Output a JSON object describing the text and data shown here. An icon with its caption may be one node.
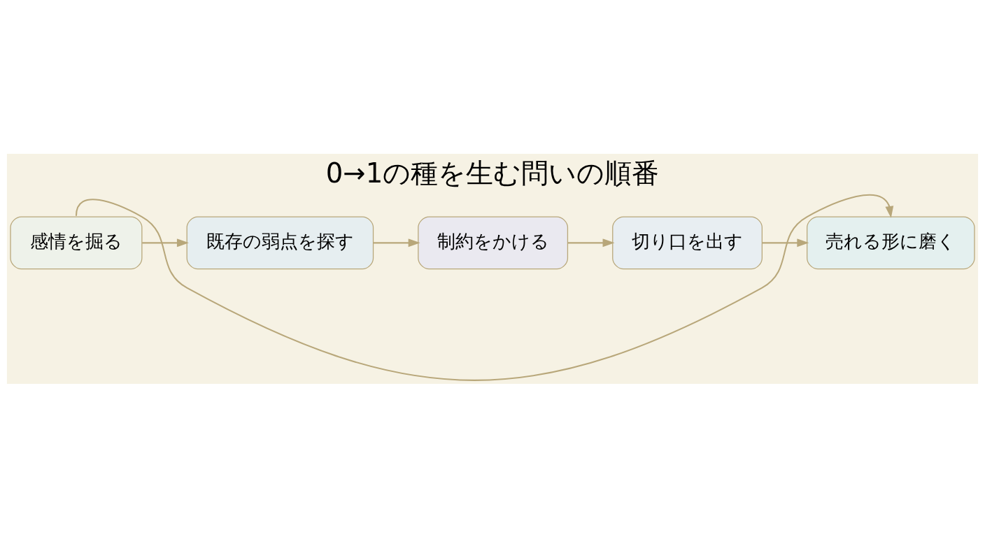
{
  "diagram": {
    "title": "0→1の種を生む問いの順番",
    "nodes": [
      {
        "text": [
          "感情を掘る"
        ]
      },
      {
        "text": [
          "既存の弱点を探す"
        ]
      },
      {
        "text": [
          "制約をかける"
        ]
      },
      {
        "text": [
          "切り口を出す"
        ]
      },
      {
        "text": [
          "売れる形に磨く"
        ]
      }
    ],
    "edges": [
      {
        "from": 0,
        "to": 1,
        "arrow": "to"
      },
      {
        "from": 1,
        "to": 2,
        "arrow": "to"
      },
      {
        "from": 2,
        "to": 3,
        "arrow": "to"
      },
      {
        "from": 3,
        "to": 4,
        "arrow": "to"
      },
      {
        "from": 0,
        "to": 4,
        "arrow": "to"
      }
    ]
  }
}
